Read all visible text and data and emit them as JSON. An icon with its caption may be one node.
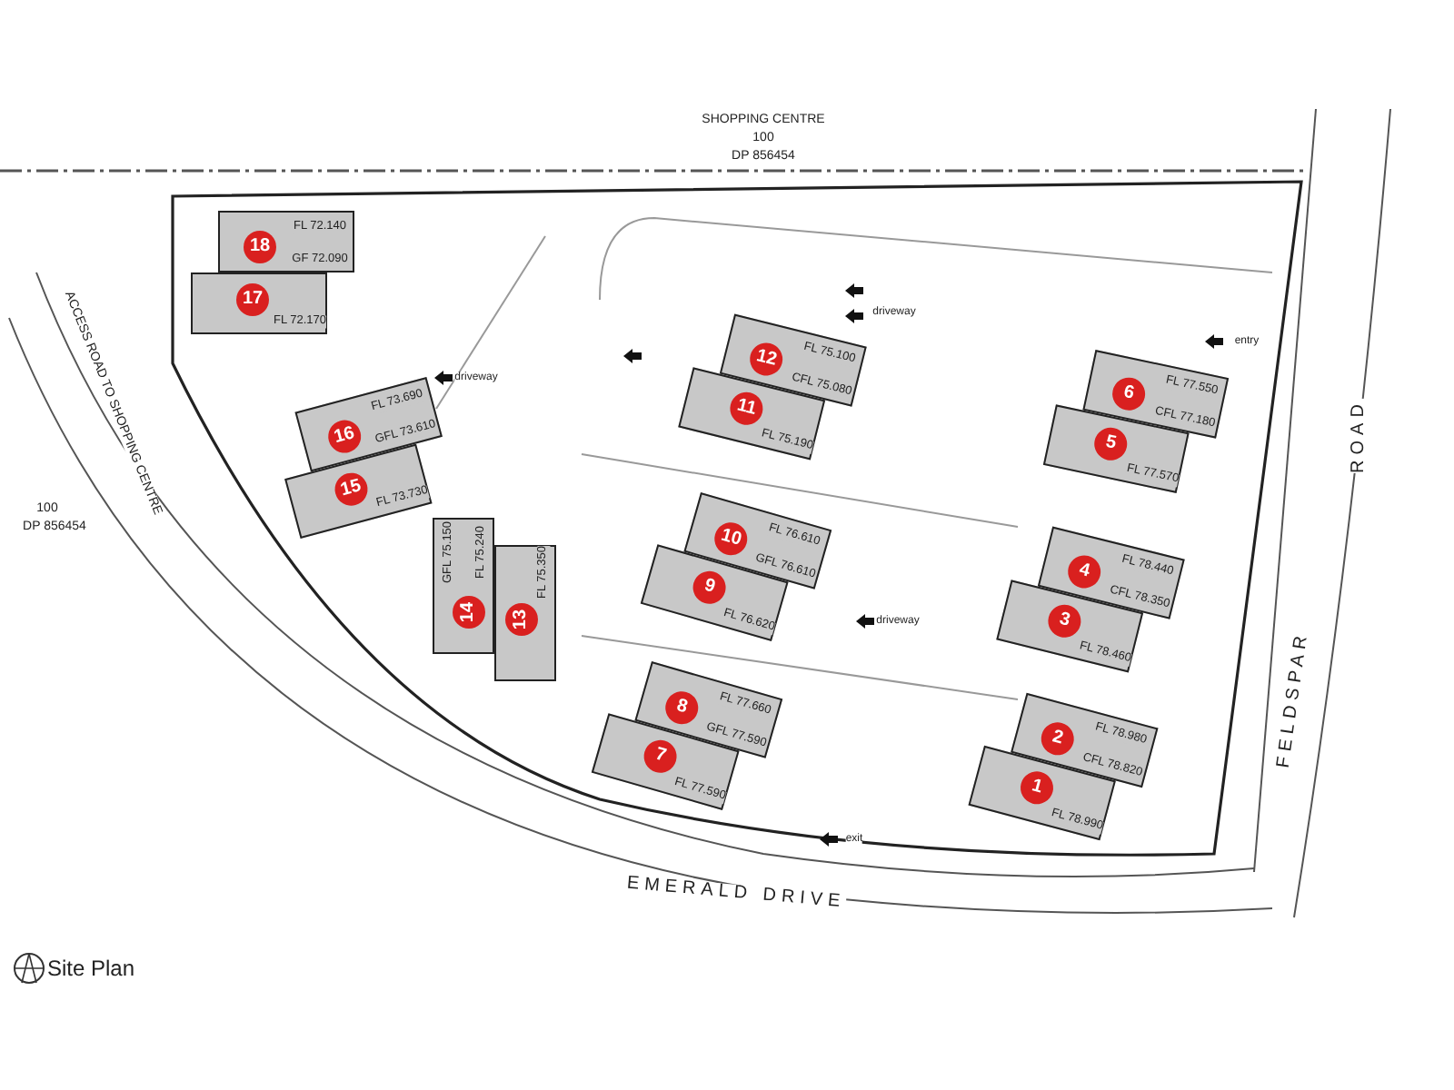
{
  "diagram": {
    "nodes": [
      {
        "text": [
          "1",
          "FL 78.990"
        ]
      },
      {
        "text": [
          "2",
          "FL 78.980",
          "CFL 78.820"
        ]
      },
      {
        "text": [
          "3",
          "FL 78.460"
        ]
      },
      {
        "text": [
          "4",
          "FL 78.440",
          "CFL 78.350"
        ]
      },
      {
        "text": [
          "5",
          "FL 77.570"
        ]
      },
      {
        "text": [
          "6",
          "FL 77.550",
          "CFL 77.180"
        ]
      },
      {
        "text": [
          "7",
          "FL 77.590"
        ]
      },
      {
        "text": [
          "8",
          "FL 77.660",
          "GFL 77.590"
        ]
      },
      {
        "text": [
          "9",
          "FL 76.620"
        ]
      },
      {
        "text": [
          "10",
          "FL 76.610",
          "GFL 76.610"
        ]
      },
      {
        "text": [
          "11",
          "FL 75.190"
        ]
      },
      {
        "text": [
          "12",
          "FL 75.100",
          "CFL 75.080"
        ]
      },
      {
        "text": [
          "13",
          "FL 75.350"
        ]
      },
      {
        "text": [
          "14",
          "GFL 75.150",
          "FL 75.240"
        ]
      },
      {
        "text": [
          "15",
          "FL 73.730"
        ]
      },
      {
        "text": [
          "16",
          "FL 73.690",
          "GFL 73.610"
        ]
      },
      {
        "text": [
          "17",
          "FL 72.170"
        ]
      },
      {
        "text": [
          "18",
          "FL 72.140",
          "GF 72.090"
        ]
      }
    ],
    "labels": [
      "SHOPPING CENTRE",
      "100",
      "DP 856454",
      "entry",
      "driveway",
      "driveway",
      "ACCESS ROAD TO SHOPPING CENTRE",
      "ROAD",
      "100",
      "DP 856454",
      "driveway",
      "FELDSPAR",
      "exit",
      "EMERALD DRIVE",
      "Site Plan"
    ]
  }
}
